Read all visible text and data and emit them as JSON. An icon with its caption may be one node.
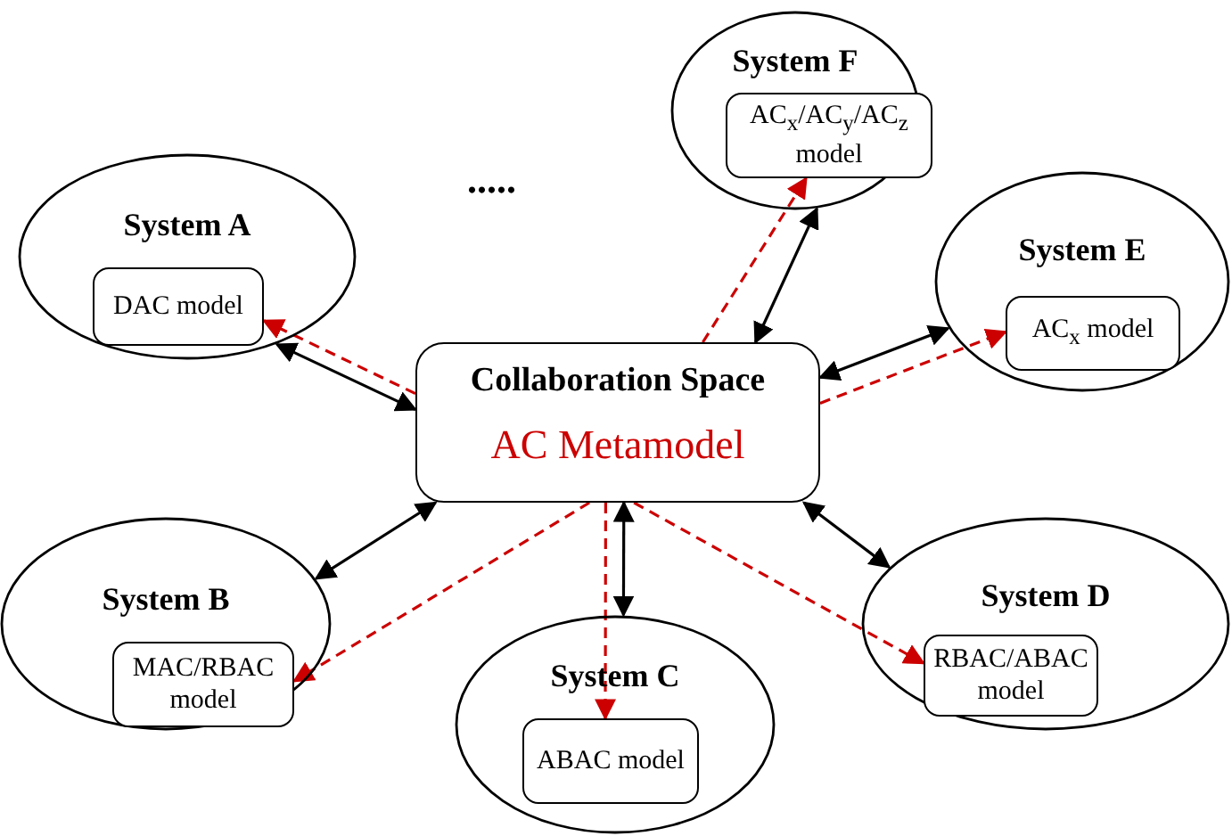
{
  "diagram": {
    "nodes": [
      {
        "text": [
          "System F"
        ]
      },
      {
        "text": [
          "AC$_{x}$/AC$_{y}$/AC$_{z}$ model"
        ],
        "in": 0
      },
      {
        "text": [
          "System A"
        ]
      },
      {
        "text": [
          "DAC model"
        ],
        "in": 2
      },
      {
        "text": [
          "System E"
        ]
      },
      {
        "text": [
          "AC$_{x}$ model"
        ],
        "in": 4
      },
      {
        "text": [
          "Collaboration Space",
          "AC Metamodel"
        ]
      },
      {
        "text": [
          "System B"
        ]
      },
      {
        "text": [
          "MAC/RBAC model"
        ],
        "in": 7
      },
      {
        "text": [
          "System D"
        ]
      },
      {
        "text": [
          "RBAC/ABAC model"
        ],
        "in": 9
      },
      {
        "text": [
          "System C"
        ]
      },
      {
        "text": [
          "ABAC model"
        ],
        "in": 11
      }
    ],
    "edges": [
      {
        "from": 6,
        "to": 0,
        "arrow": "both"
      },
      {
        "from": 6,
        "to": 2,
        "arrow": "both"
      },
      {
        "from": 6,
        "to": 4,
        "arrow": "both"
      },
      {
        "from": 6,
        "to": 7,
        "arrow": "both"
      },
      {
        "from": 6,
        "to": 9,
        "arrow": "both"
      },
      {
        "from": 6,
        "to": 11,
        "arrow": "both"
      },
      {
        "from": 6,
        "to": 1,
        "arrow": "to",
        "style": "dashed",
        "color": "#cc0000"
      },
      {
        "from": 6,
        "to": 3,
        "arrow": "to",
        "style": "dashed",
        "color": "#cc0000"
      },
      {
        "from": 6,
        "to": 5,
        "arrow": "to",
        "style": "dashed",
        "color": "#cc0000"
      },
      {
        "from": 6,
        "to": 8,
        "arrow": "to",
        "style": "dashed",
        "color": "#cc0000"
      },
      {
        "from": 6,
        "to": 10,
        "arrow": "to",
        "style": "dashed",
        "color": "#cc0000"
      },
      {
        "from": 6,
        "to": 12,
        "arrow": "to",
        "style": "dashed",
        "color": "#cc0000"
      }
    ],
    "labels": [
      "....."
    ]
  }
}
